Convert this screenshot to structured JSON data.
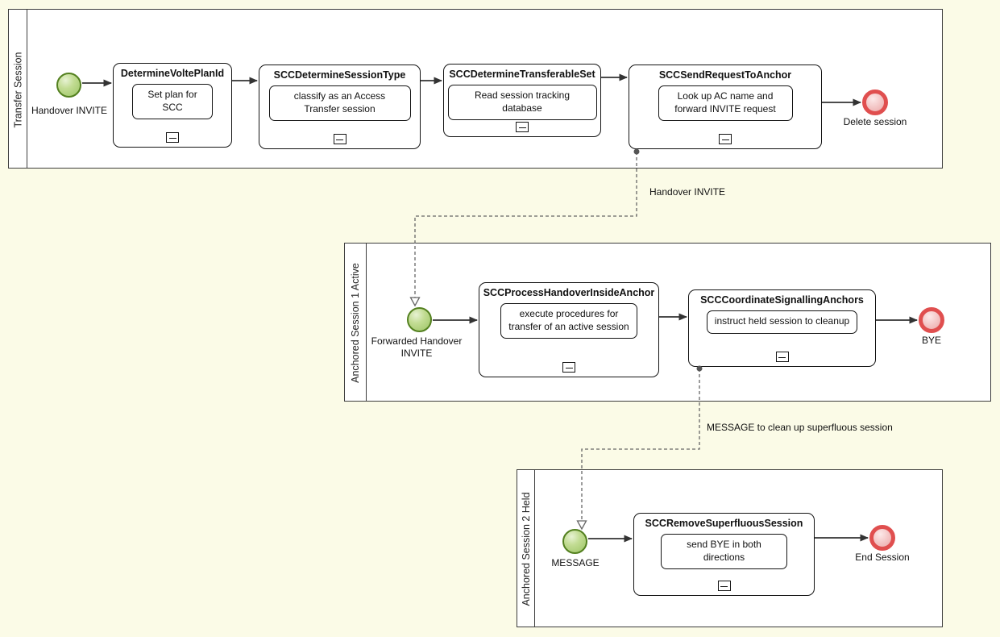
{
  "lanes": {
    "lane1": {
      "label": "Transfer Session"
    },
    "lane2": {
      "label": "Anchored Session 1 Active"
    },
    "lane3": {
      "label": "Anchored Session 2 Held"
    }
  },
  "tasks": {
    "t1": {
      "title": "DetermineVoltePlanId",
      "note": "Set plan for SCC"
    },
    "t2": {
      "title": "SCCDetermineSessionType",
      "note": "classify as an Access Transfer session"
    },
    "t3": {
      "title": "SCCDetermineTransferableSet",
      "note": "Read session tracking database"
    },
    "t4": {
      "title": "SCCSendRequestToAnchor",
      "note": "Look up AC name and forward INVITE request"
    },
    "t5": {
      "title": "SCCProcessHandoverInsideAnchor",
      "note": "execute procedures for transfer of an active session"
    },
    "t6": {
      "title": "SCCCoordinateSignallingAnchors",
      "note": "instruct held session to cleanup"
    },
    "t7": {
      "title": "SCCRemoveSuperfluousSession",
      "note": "send BYE in both directions"
    }
  },
  "events": {
    "start1": {
      "type": "start",
      "label": "Handover INVITE"
    },
    "end1": {
      "type": "end",
      "label": "Delete session"
    },
    "start2": {
      "type": "start",
      "label": "Forwarded Handover INVITE"
    },
    "end2": {
      "type": "end",
      "label": "BYE"
    },
    "start3": {
      "type": "start",
      "label": "MESSAGE"
    },
    "end3": {
      "type": "end",
      "label": "End Session"
    }
  },
  "flows": {
    "mf1": {
      "label": "Handover INVITE"
    },
    "mf2": {
      "label": "MESSAGE to clean up superfluous session"
    }
  },
  "icons": {
    "collapse_marker": "minus-box"
  },
  "colors": {
    "canvas_bg": "#fbfbe7",
    "lane_bg": "#ffffff",
    "lane_border": "#3d3d3d",
    "task_border": "#141414",
    "start_event_fill": "#b7d584",
    "start_event_border": "#53801f",
    "end_event_ring": "#e04f4f",
    "end_event_fill": "#f3c4c4",
    "sequence_flow": "#333333",
    "message_flow": "#666666"
  }
}
